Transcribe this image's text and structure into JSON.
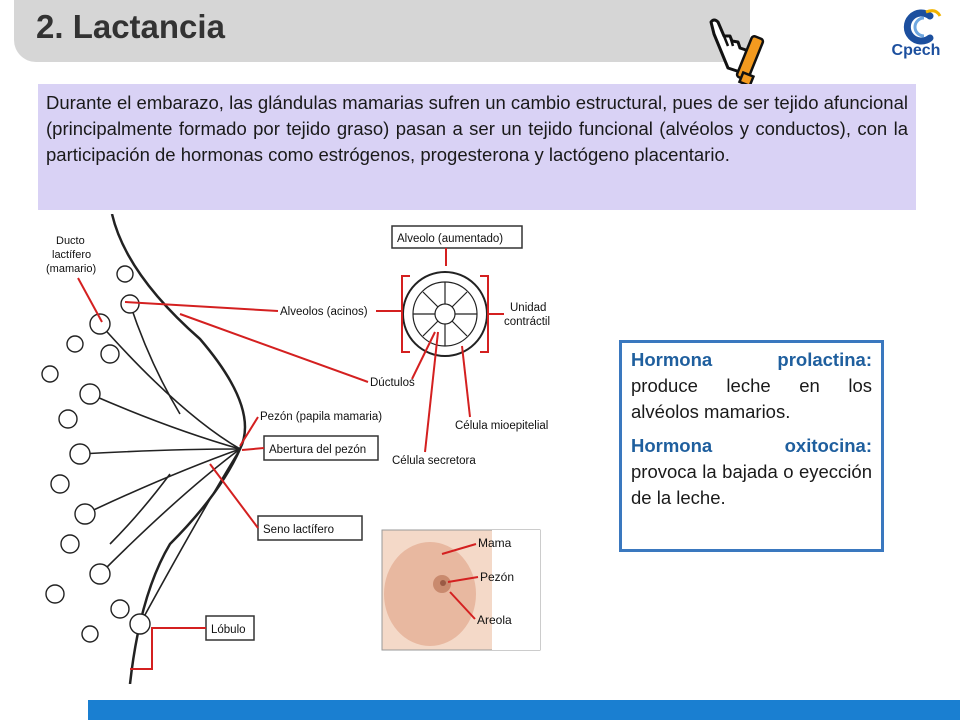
{
  "header": {
    "title": "2. Lactancia",
    "logo_text": "Cpech"
  },
  "intro_text": "Durante el embarazo, las glándulas mamarias sufren un cambio estructural, pues de ser tejido afuncional (principalmente formado por tejido graso) pasan a ser un tejido funcional (alvéolos y conductos), con la participación de hormonas como estrógenos, progesterona y lactógeno placentario.",
  "diagram_labels": {
    "ducto_1": "Ducto",
    "ducto_2": "lactífero",
    "ducto_3": "(mamario)",
    "alveolo_aumentado": "Alveolo (aumentado)",
    "alveolos": "Alveolos (acinos)",
    "unidad_1": "Unidad",
    "unidad_2": "contráctil",
    "ductulos": "Dúctulos",
    "pezon_papila": "Pezón (papila mamaria)",
    "celula_mioepitelial": "Célula mioepitelial",
    "abertura": "Abertura del pezón",
    "celula_secretora": "Célula secretora",
    "seno": "Seno lactífero",
    "lobulo": "Lóbulo",
    "mama": "Mama",
    "pezon": "Pezón",
    "areola": "Areola"
  },
  "hormones": {
    "prolactina_title": "Hormona prolactina:",
    "prolactina_text": "produce leche en los alvéolos mamarios.",
    "oxitocina_title": "Hormona oxitocina:",
    "oxitocina_text": "provoca la bajada o eyección de la leche."
  },
  "colors": {
    "accent_blue": "#1a7fd1",
    "intro_bg": "#d9d2f5",
    "box_border": "#3a78bf",
    "pointer_red": "#d42020"
  }
}
